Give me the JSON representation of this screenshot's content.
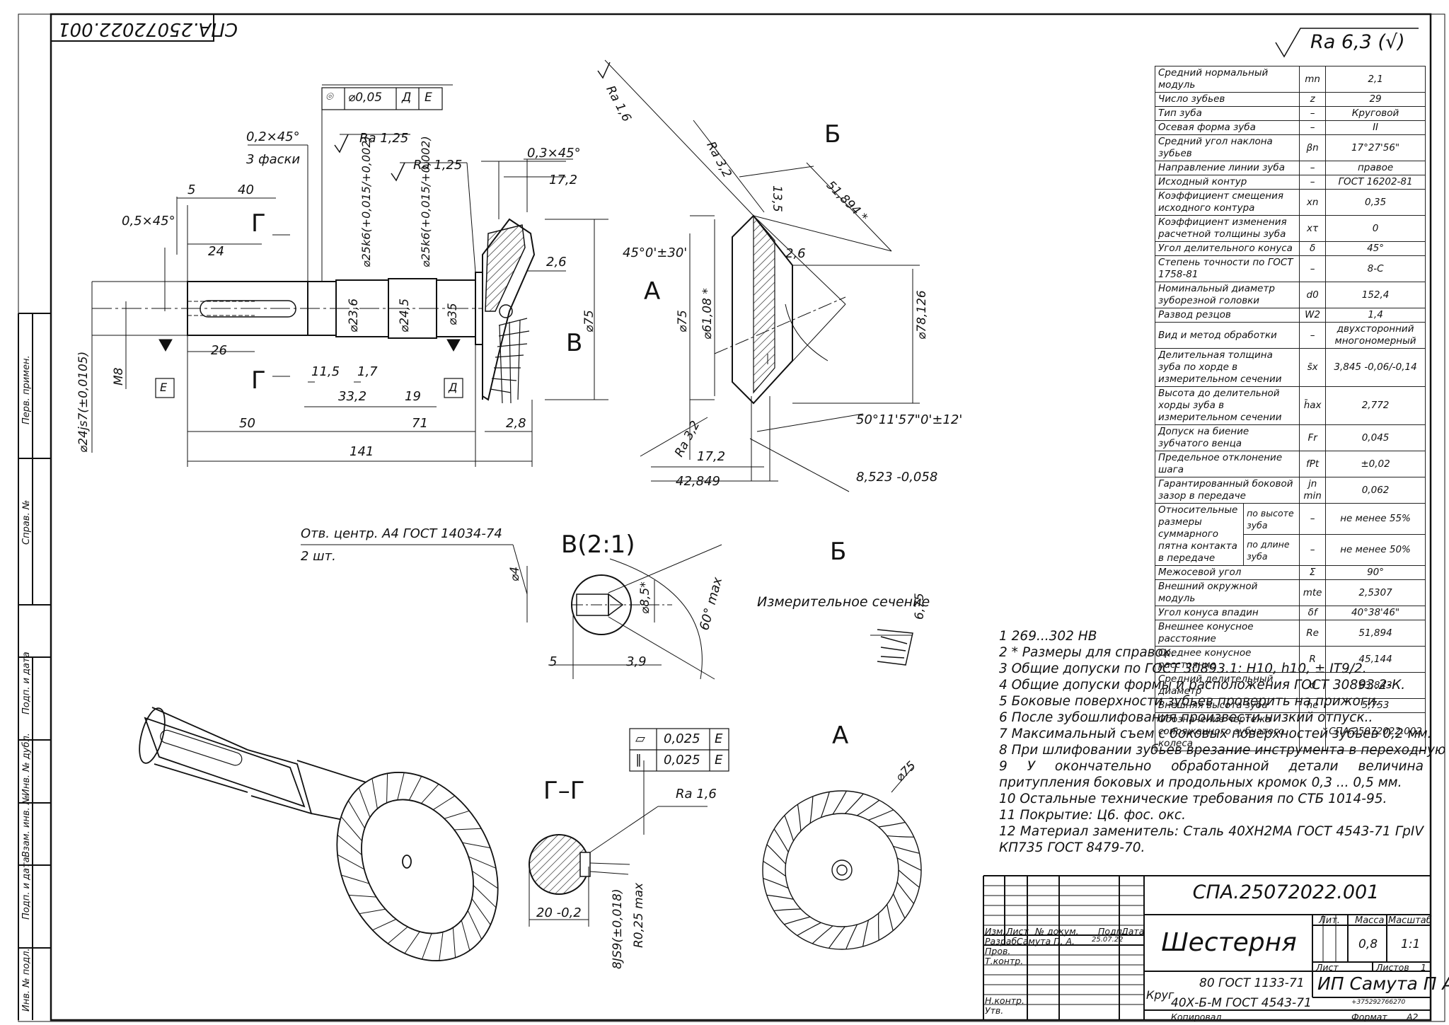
{
  "frame_code": "СПА.25072022.001",
  "roughness_main": "Ra 6,3 (√)",
  "side_labels": {
    "perv_primen": "Перв. примен.",
    "sprav_no": "Справ. №",
    "podp_data1": "Подп. и дата",
    "inv_dubl": "Инв. № дубл.",
    "vzam_inv": "Взам. инв. №",
    "podp_data2": "Подп. и дата",
    "inv_podl": "Инв. № подл."
  },
  "main_view": {
    "tol_frame": [
      "⌾",
      "⌀0,05",
      "Д",
      "Е"
    ],
    "chamfer_02": "0,2×45°",
    "chamfer_count": "3 фаски",
    "chamfer_05": "0,5×45°",
    "chamfer_03": "0,3×45°",
    "ra_125_a": "Ra 1,25",
    "ra_125_b": "Ra 1,25",
    "d5": "5",
    "d40": "40",
    "d24": "24",
    "d26": "26",
    "d172": "17,2",
    "d26b": "2,6",
    "dia236": "⌀23,6",
    "dia245": "⌀24,5",
    "dia35": "⌀35",
    "dia75": "⌀75",
    "dia25a": "⌀25k6(+0,015/+0,002)",
    "dia25b": "⌀25k6(+0,015/+0,002)",
    "dia24": "⌀24js7(±0,0105)",
    "m8": "М8",
    "d115": "11,5",
    "d17": "1,7",
    "d332": "33,2",
    "d19": "19",
    "d50": "50",
    "d71": "71",
    "d28": "2,8",
    "d141": "141",
    "section_g": "Г",
    "base_e": "Е",
    "base_d": "Д",
    "view_v": "В"
  },
  "side_view": {
    "ra_16": "Ra 1,6",
    "ra_32_a": "Ra 3,2",
    "ra_32_b": "Ra 3,2",
    "view_b": "Б",
    "view_a": "А",
    "d135": "13,5",
    "d51894": "51,894 *",
    "d26": "2,6",
    "angle45": "45°0'±30'",
    "dia75": "⌀75",
    "dia6108": "⌀61,08 *",
    "dia78126": "⌀78,126",
    "angle50": "50°11'57\"0'±12'",
    "d172": "17,2",
    "d42849": "42,849",
    "d8523": "8,523 -0,058"
  },
  "detail_v": {
    "center_note": "Отв. центр. А4 ГОСТ 14034-74",
    "count": "2 шт.",
    "title": "В(2:1)",
    "dia4": "⌀4",
    "dia85": "⌀8,5*",
    "angle60": "60° max",
    "d5": "5",
    "d39": "3,9"
  },
  "detail_b": {
    "title": "Б",
    "note": "Измерительное сечение",
    "d675": "6,75"
  },
  "section_gg": {
    "title": "Г–Г",
    "tol1": [
      "⏥",
      "0,025",
      "Е"
    ],
    "tol2": [
      "∥",
      "0,025",
      "Е"
    ],
    "ra": "Ra 1,6",
    "d20": "20 -0,2",
    "key": "8JS9(±0,018)",
    "r025": "R0,25 max"
  },
  "view_a": {
    "title": "А",
    "dia75": "⌀75"
  },
  "params": [
    {
      "name": "Средний нормальный модуль",
      "sym": "mn",
      "val": "2,1"
    },
    {
      "name": "Число зубьев",
      "sym": "z",
      "val": "29"
    },
    {
      "name": "Тип зуба",
      "sym": "–",
      "val": "Круговой"
    },
    {
      "name": "Осевая форма зуба",
      "sym": "–",
      "val": "II"
    },
    {
      "name": "Средний угол наклона зубьев",
      "sym": "βn",
      "val": "17°27'56\""
    },
    {
      "name": "Направление линии зуба",
      "sym": "–",
      "val": "правое"
    },
    {
      "name": "Исходный контур",
      "sym": "–",
      "val": "ГОСТ 16202-81"
    },
    {
      "name": "Коэффициент смещения исходного контура",
      "sym": "xn",
      "val": "0,35"
    },
    {
      "name": "Коэффициент изменения расчетной толщины зуба",
      "sym": "xτ",
      "val": "0"
    },
    {
      "name": "Угол делительного конуса",
      "sym": "δ",
      "val": "45°"
    },
    {
      "name": "Степень точности по ГОСТ 1758-81",
      "sym": "–",
      "val": "8-С"
    },
    {
      "name": "Номинальный диаметр зуборезной головки",
      "sym": "d0",
      "val": "152,4"
    },
    {
      "name": "Развод резцов",
      "sym": "W2",
      "val": "1,4"
    },
    {
      "name": "Вид и метод обработки",
      "sym": "–",
      "val": "двухсторонний многономерный"
    },
    {
      "name": "Делительная толщина зуба по хорде в измерительном сечении",
      "sym": "s̄x",
      "val": "3,845 -0,06/-0,14"
    },
    {
      "name": "Высота до делительной хорды зуба в измерительном сечении",
      "sym": "h̄ax",
      "val": "2,772"
    },
    {
      "name": "Допуск на биение зубчатого венца",
      "sym": "Fr",
      "val": "0,045"
    },
    {
      "name": "Предельное отклонение шага",
      "sym": "fPt",
      "val": "±0,02"
    },
    {
      "name": "Гарантированный боковой зазор в передаче",
      "sym": "jn min",
      "val": "0,062"
    }
  ],
  "params_contact": {
    "label": "Относительные размеры суммарного пятна контакта в передаче",
    "rows": [
      {
        "sub": "по высоте зуба",
        "sym": "–",
        "val": "не менее 55%"
      },
      {
        "sub": "по длине зуба",
        "sym": "–",
        "val": "не менее 50%"
      }
    ]
  },
  "params2": [
    {
      "name": "Межосевой угол",
      "sym": "Σ",
      "val": "90°"
    },
    {
      "name": "Внешний окружной модуль",
      "sym": "mte",
      "val": "2,5307"
    },
    {
      "name": "Угол конуса впадин",
      "sym": "δf",
      "val": "40°38'46\""
    },
    {
      "name": "Внешнее конусное расстояние",
      "sym": "Re",
      "val": "51,894"
    },
    {
      "name": "Среднее конусное расстояние",
      "sym": "R",
      "val": "45,144"
    },
    {
      "name": "Средний делительный диаметр",
      "sym": "d",
      "val": "63,843"
    },
    {
      "name": "Внешняя высота зуба",
      "sym": "he",
      "val": "5,753"
    },
    {
      "name": "Обозначение чертежа сопряженного зубчатого колеса",
      "sym": "",
      "val": "СПА.25072022.002"
    }
  ],
  "notes": [
    "1 269...302 НВ",
    "2 * Размеры для справок.",
    "3 Общие допуски по ГОСТ 30893.1: Н10, h10, ± IT9/2.",
    "4 Общие допуски формы и расположения ГОСТ 30893.2-К.",
    "5 Боковые поверхности зубьев проверить на прижоги.",
    "6 После зубошлифования произвести низкий отпуск..",
    "7 Максимальный съем с боковых поверхностей зубьев 0,2 мм.",
    "8 При шлифовании зубьев врезание инструмента в переходную",
    "9 У окончательно обработанной детали величина притупления боковых и продольных кромок 0,3 ... 0,5 мм.",
    "10 Остальные технические требования по СТБ 1014-95.",
    "11 Покрытие: Ц6. фос. окс.",
    "12 Материал заменитель: Сталь 40ХН2МА ГОСТ 4543-71 ГрIV КП735 ГОСТ 8479-70."
  ],
  "title_block": {
    "doc_number": "СПА.25072022.001",
    "part_name": "Шестерня",
    "hdr_izm": "Изм.",
    "hdr_list": "Лист",
    "hdr_doc": "№ докум.",
    "hdr_podp": "Подп.",
    "hdr_date": "Дата",
    "razrab": "Разраб.",
    "razrab_name": "Самута П. А.",
    "prov": "Пров.",
    "tkontr": "Т.контр.",
    "nkontr": "Н.контр.",
    "utv": "Утв.",
    "sig_date": "25.07.22",
    "lit": "Лит.",
    "mass": "Масса",
    "scale": "Масштаб",
    "mass_val": "0,8",
    "scale_val": "1:1",
    "list": "Лист",
    "listov": "Листов",
    "listov_val": "1",
    "material_top": "80 ГОСТ 1133-71",
    "material_prefix": "Круг",
    "material_bottom": "40Х-Б-М ГОСТ 4543-71",
    "org": "ИП Самута П А",
    "phone": "+375292766270",
    "kopiroval": "Копировал",
    "format": "Формат",
    "format_val": "А2"
  }
}
